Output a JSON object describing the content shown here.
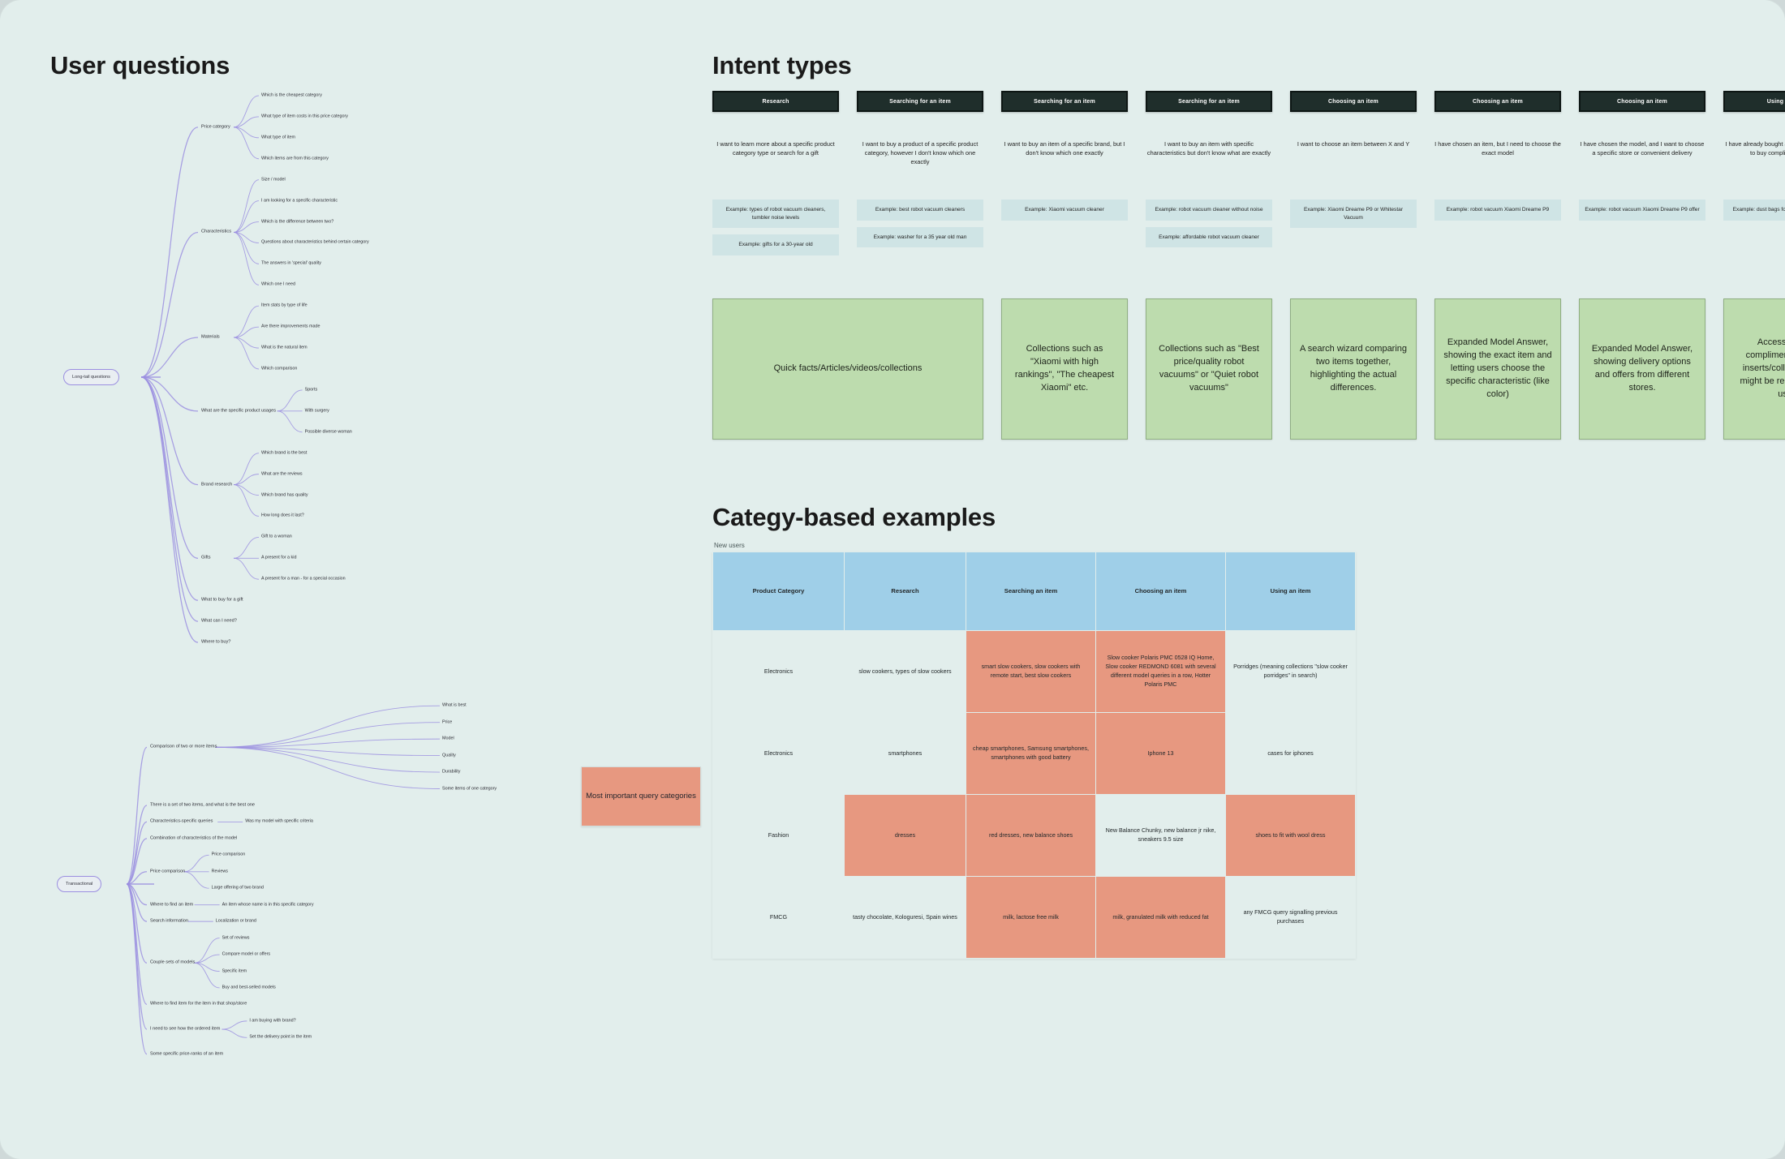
{
  "headings": {
    "user_questions": "User questions",
    "intent_types": "Intent types",
    "category_examples": "Categy-based examples",
    "table_note": "New users"
  },
  "important_box": {
    "label": "Most important query categories"
  },
  "mindmap": {
    "maps": [
      {
        "root": "Long-tail questions",
        "branches": [
          {
            "label": "Price category",
            "leaves": [
              "Which is the cheapest category",
              "What type of item costs in this price category",
              "What type of item",
              "Which items are from this category"
            ]
          },
          {
            "label": "Characteristics",
            "leaves": [
              "Size / model",
              "I am looking for a specific characteristic",
              "Which is the difference between two?",
              "Questions about characteristics behind certain category",
              "The answers in 'special' quality",
              "Which one I need"
            ]
          },
          {
            "label": "Materials",
            "leaves": [
              "Item stats by type of life",
              "Are there improvements made",
              "What is the natural item",
              "Which comparison"
            ]
          },
          {
            "label": "What are the specific product usages",
            "leaves": [
              "Sports",
              "With surgery",
              "Possible diverse woman"
            ]
          },
          {
            "label": "Brand research",
            "leaves": [
              "Which brand is the best",
              "What are the reviews",
              "Which brand has quality",
              "How long does it last?"
            ]
          },
          {
            "label": "Gifts",
            "leaves": [
              "Gift to a woman",
              "A present for a kid",
              "A present for a man - for a special occasion"
            ]
          },
          {
            "label": "What to buy for a gift",
            "leaves": []
          },
          {
            "label": "What can I need?",
            "leaves": []
          },
          {
            "label": "Where to buy?",
            "leaves": []
          }
        ]
      },
      {
        "root": "Transactional",
        "branches": [
          {
            "label": "Comparison of two or more items",
            "leaves": [
              "What is best",
              "Price",
              "Model",
              "Quality",
              "Durability",
              "Some items of one category"
            ]
          },
          {
            "label": "There is a set of two items, and what is the best one",
            "leaves": []
          },
          {
            "label": "Characteristics-specific queries",
            "leaves": [
              "Was my model with specific criteria"
            ]
          },
          {
            "label": "Combination of characteristics of the model",
            "leaves": []
          },
          {
            "label": "Price comparison",
            "leaves": [
              "Price comparison",
              "Reviews",
              "Large offering of two brand"
            ]
          },
          {
            "label": "Where to find an item",
            "leaves": [
              "An item whose name is in this specific category"
            ]
          },
          {
            "label": "Search information",
            "leaves": [
              "Localization or brand"
            ]
          },
          {
            "label": "Couple sets of models",
            "leaves": [
              "Set of reviews",
              "Compare model or offers",
              "Specific item",
              "Buy and best-selled models"
            ]
          },
          {
            "label": "Where to find item for the item in that shop/store",
            "leaves": []
          },
          {
            "label": "I need to see how the ordered item",
            "leaves": [
              "I am buying with brand?",
              "Set the delivery point in the item"
            ]
          },
          {
            "label": "Some specific price-ranks of an item",
            "leaves": []
          }
        ]
      }
    ]
  },
  "intents": [
    {
      "title": "Research",
      "description": "I want to learn more about a specific product category type or search for a gift",
      "examples": [
        "Example: types of robot vacuum cleaners, tumbler noise levels",
        "Example: gifts for a 30-year old"
      ],
      "outcome": "Quick facts/Articles/videos/collections"
    },
    {
      "title": "Searching for an item",
      "description": "I want to buy a product of a specific product category, however I don't know which one exactly",
      "examples": [
        "Example: best robot vacuum cleaners",
        "Example: washer for a 35 year old man"
      ],
      "outcome": "Quick facts/Articles/videos/collections"
    },
    {
      "title": "Searching for an item",
      "description": "I want to buy an item of a specific brand, but I don't know which one exactly",
      "examples": [
        "Example: Xiaomi vacuum cleaner"
      ],
      "outcome": "Collections such as \"Xiaomi with high rankings\", \"The cheapest Xiaomi\" etc."
    },
    {
      "title": "Searching for an item",
      "description": "I want to buy an item with specific characteristics but don't know what are exactly",
      "examples": [
        "Example: robot vacuum cleaner without noise",
        "Example: affordable robot vacuum cleaner"
      ],
      "outcome": "Collections such as \"Best price/quality robot vacuums\" or \"Quiet robot vacuums\""
    },
    {
      "title": "Choosing an item",
      "description": "I want to choose an item between X and Y",
      "examples": [
        "Example: Xiaomi Dreame P9 or Whitestar Vacuum"
      ],
      "outcome": "A search wizard comparing two items together, highlighting the actual differences."
    },
    {
      "title": "Choosing an item",
      "description": "I have chosen an item, but I need to choose the exact model",
      "examples": [
        "Example: robot vacuum Xiaomi Dreame P9"
      ],
      "outcome": "Expanded Model Answer, showing the exact item and letting users choose the specific characteristic (like color)"
    },
    {
      "title": "Choosing an item",
      "description": "I have chosen the model, and I want to choose a specific store or convenient delivery",
      "examples": [
        "Example: robot vacuum Xiaomi Dreame P9 offer"
      ],
      "outcome": "Expanded Model Answer, showing delivery options and offers from different stores."
    },
    {
      "title": "Using an item",
      "description": "I have already bought an item, and now I want to buy complimentary items",
      "examples": [
        "Example: dust bags for robot vacuum cleaner"
      ],
      "outcome": "Accessory and complimentary items inserts/collections that might be relevant to the user"
    }
  ],
  "table": {
    "columns": [
      "Product Category",
      "Research",
      "Searching an item",
      "Choosing an item",
      "Using an item"
    ],
    "rows": [
      {
        "cells": [
          "Electronics",
          "slow cookers, types of slow cookers",
          "smart slow cookers, slow cookers with remote start, best slow cookers",
          "Slow cooker Polaris PMC 0528 IQ Home, Slow cooker REDMOND 6081 with several different model queries in a row, Hotter Polaris PMC",
          "Porridges (meaning collections \"slow cooker porridges\" in search)"
        ],
        "highlight": [
          false,
          false,
          true,
          true,
          false
        ]
      },
      {
        "cells": [
          "Electronics",
          "smartphones",
          "cheap smartphones, Samsung smartphones, smartphones with good battery",
          "Iphone 13",
          "cases for iphones"
        ],
        "highlight": [
          false,
          false,
          true,
          true,
          false
        ]
      },
      {
        "cells": [
          "Fashion",
          "dresses",
          "red dresses, new balance shoes",
          "New Balance Chunky, new balance jr nike, sneakers 9.5 size",
          "shoes to fit with wool dress"
        ],
        "highlight": [
          false,
          true,
          true,
          false,
          true
        ]
      },
      {
        "cells": [
          "FMCG",
          "tasty chocolate, Kologuresi, Spain wines",
          "milk, lactose free milk",
          "milk, granulated milk with reduced fat",
          "any FMCG query signalling previous purchases"
        ],
        "highlight": [
          false,
          false,
          true,
          true,
          false
        ]
      }
    ]
  }
}
